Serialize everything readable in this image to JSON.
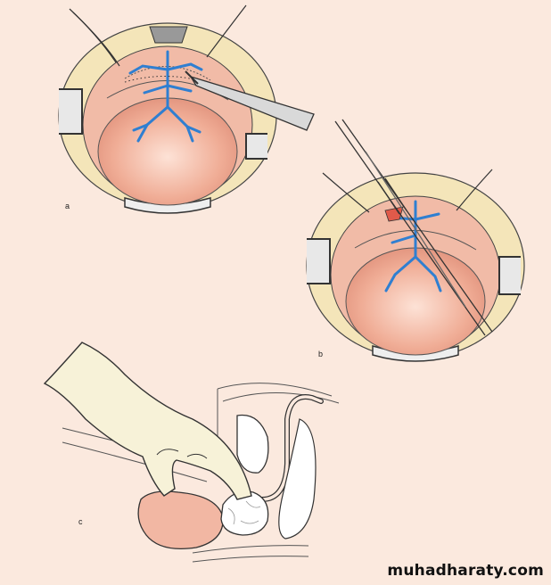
{
  "panels": {
    "a": {
      "label": "a"
    },
    "b": {
      "label": "b"
    },
    "c": {
      "label": "c"
    }
  },
  "watermark": {
    "text": "muhadharaty.com"
  },
  "colors": {
    "background": "#fbe9de",
    "tissue": "#f2b7a3",
    "tissue_dark": "#e39a84",
    "fat": "#f5e6b8",
    "vein": "#2f7fd1",
    "outline": "#333333",
    "glove": "#f7f2d8",
    "instrument": "#d9d9d9",
    "bleeding": "#e05a4a"
  },
  "icons": {
    "retractor": "retractor-icon",
    "scalpel": "scalpel-icon",
    "forceps": "forceps-icon",
    "gloved_hand": "gloved-hand-icon"
  }
}
